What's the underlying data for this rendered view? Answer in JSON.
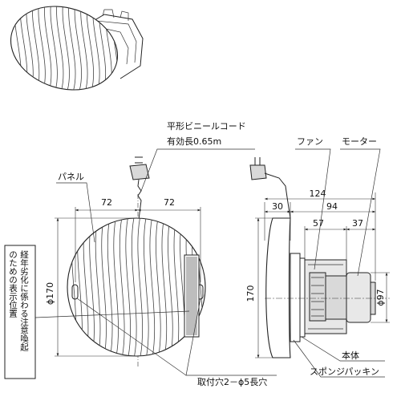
{
  "labels": {
    "cord_line1": "平形ビニールコード",
    "cord_line2": "有効長0.65m",
    "panel": "パネル",
    "fan": "ファン",
    "motor": "モーター",
    "body": "本体",
    "sponge": "スポンジパッキン",
    "mounting_holes": "取付穴2－ϕ5長穴",
    "caution_line1": "経年劣化に係わる注意喚起",
    "caution_line2": "のための表示位置"
  },
  "dimensions": {
    "front_left_half": "72",
    "front_right_half": "72",
    "front_diameter": "ϕ170",
    "side_total_depth": "124",
    "side_panel_depth": "30",
    "side_rear_depth": "94",
    "side_housing_depth": "57",
    "side_motor_depth": "37",
    "side_height": "170",
    "motor_diameter": "ϕ97"
  }
}
